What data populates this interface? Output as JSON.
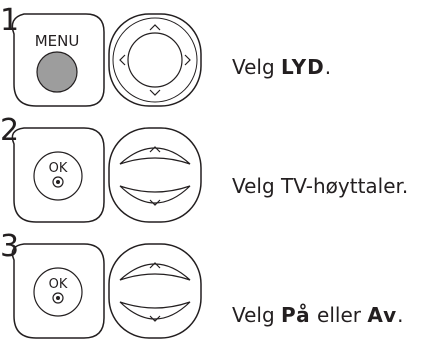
{
  "steps": [
    {
      "number": "1",
      "button_label": "MENU",
      "instruction": {
        "prefix": "Velg ",
        "bold1": "LYD",
        "mid": ".",
        "bold2": "",
        "suffix": ""
      }
    },
    {
      "number": "2",
      "button_label": "OK",
      "instruction": {
        "prefix": "Velg TV-høyttaler.",
        "bold1": "",
        "mid": "",
        "bold2": "",
        "suffix": ""
      }
    },
    {
      "number": "3",
      "button_label": "OK",
      "instruction": {
        "prefix": "Velg ",
        "bold1": "På",
        "mid": " eller ",
        "bold2": "Av",
        "suffix": "."
      }
    }
  ]
}
